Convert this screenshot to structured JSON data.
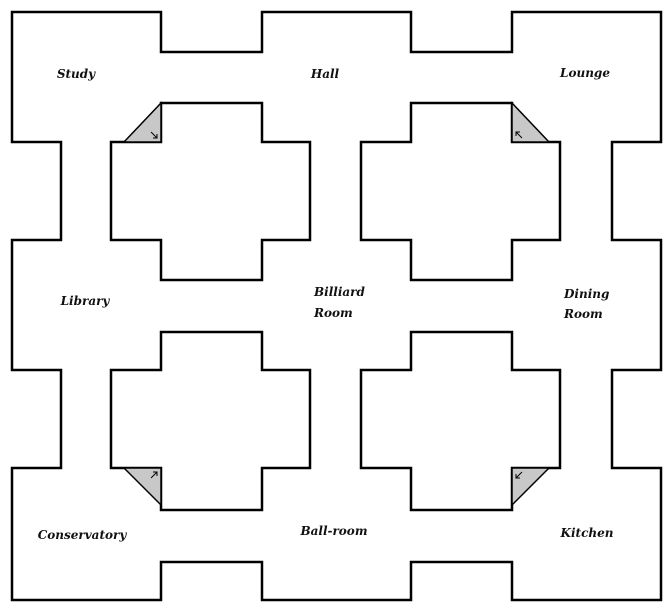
{
  "board": {
    "rooms": [
      {
        "id": "study",
        "label": "Study"
      },
      {
        "id": "hall",
        "label": "Hall"
      },
      {
        "id": "lounge",
        "label": "Lounge"
      },
      {
        "id": "library",
        "label": "Library"
      },
      {
        "id": "billiard-room",
        "label": "Billiard",
        "label2": "Room"
      },
      {
        "id": "dining-room",
        "label": "Dining",
        "label2": "Room"
      },
      {
        "id": "conservatory",
        "label": "Conservatory"
      },
      {
        "id": "ball-room",
        "label": "Ball-room"
      },
      {
        "id": "kitchen",
        "label": "Kitchen"
      }
    ],
    "secret_passages": [
      {
        "from": "Study",
        "to": "Kitchen"
      },
      {
        "from": "Lounge",
        "to": "Conservatory"
      },
      {
        "from": "Conservatory",
        "to": "Lounge"
      },
      {
        "from": "Kitchen",
        "to": "Study"
      }
    ]
  },
  "colors": {
    "outline": "#000000",
    "passage_fill": "#c8c8c8",
    "background": "#ffffff"
  }
}
